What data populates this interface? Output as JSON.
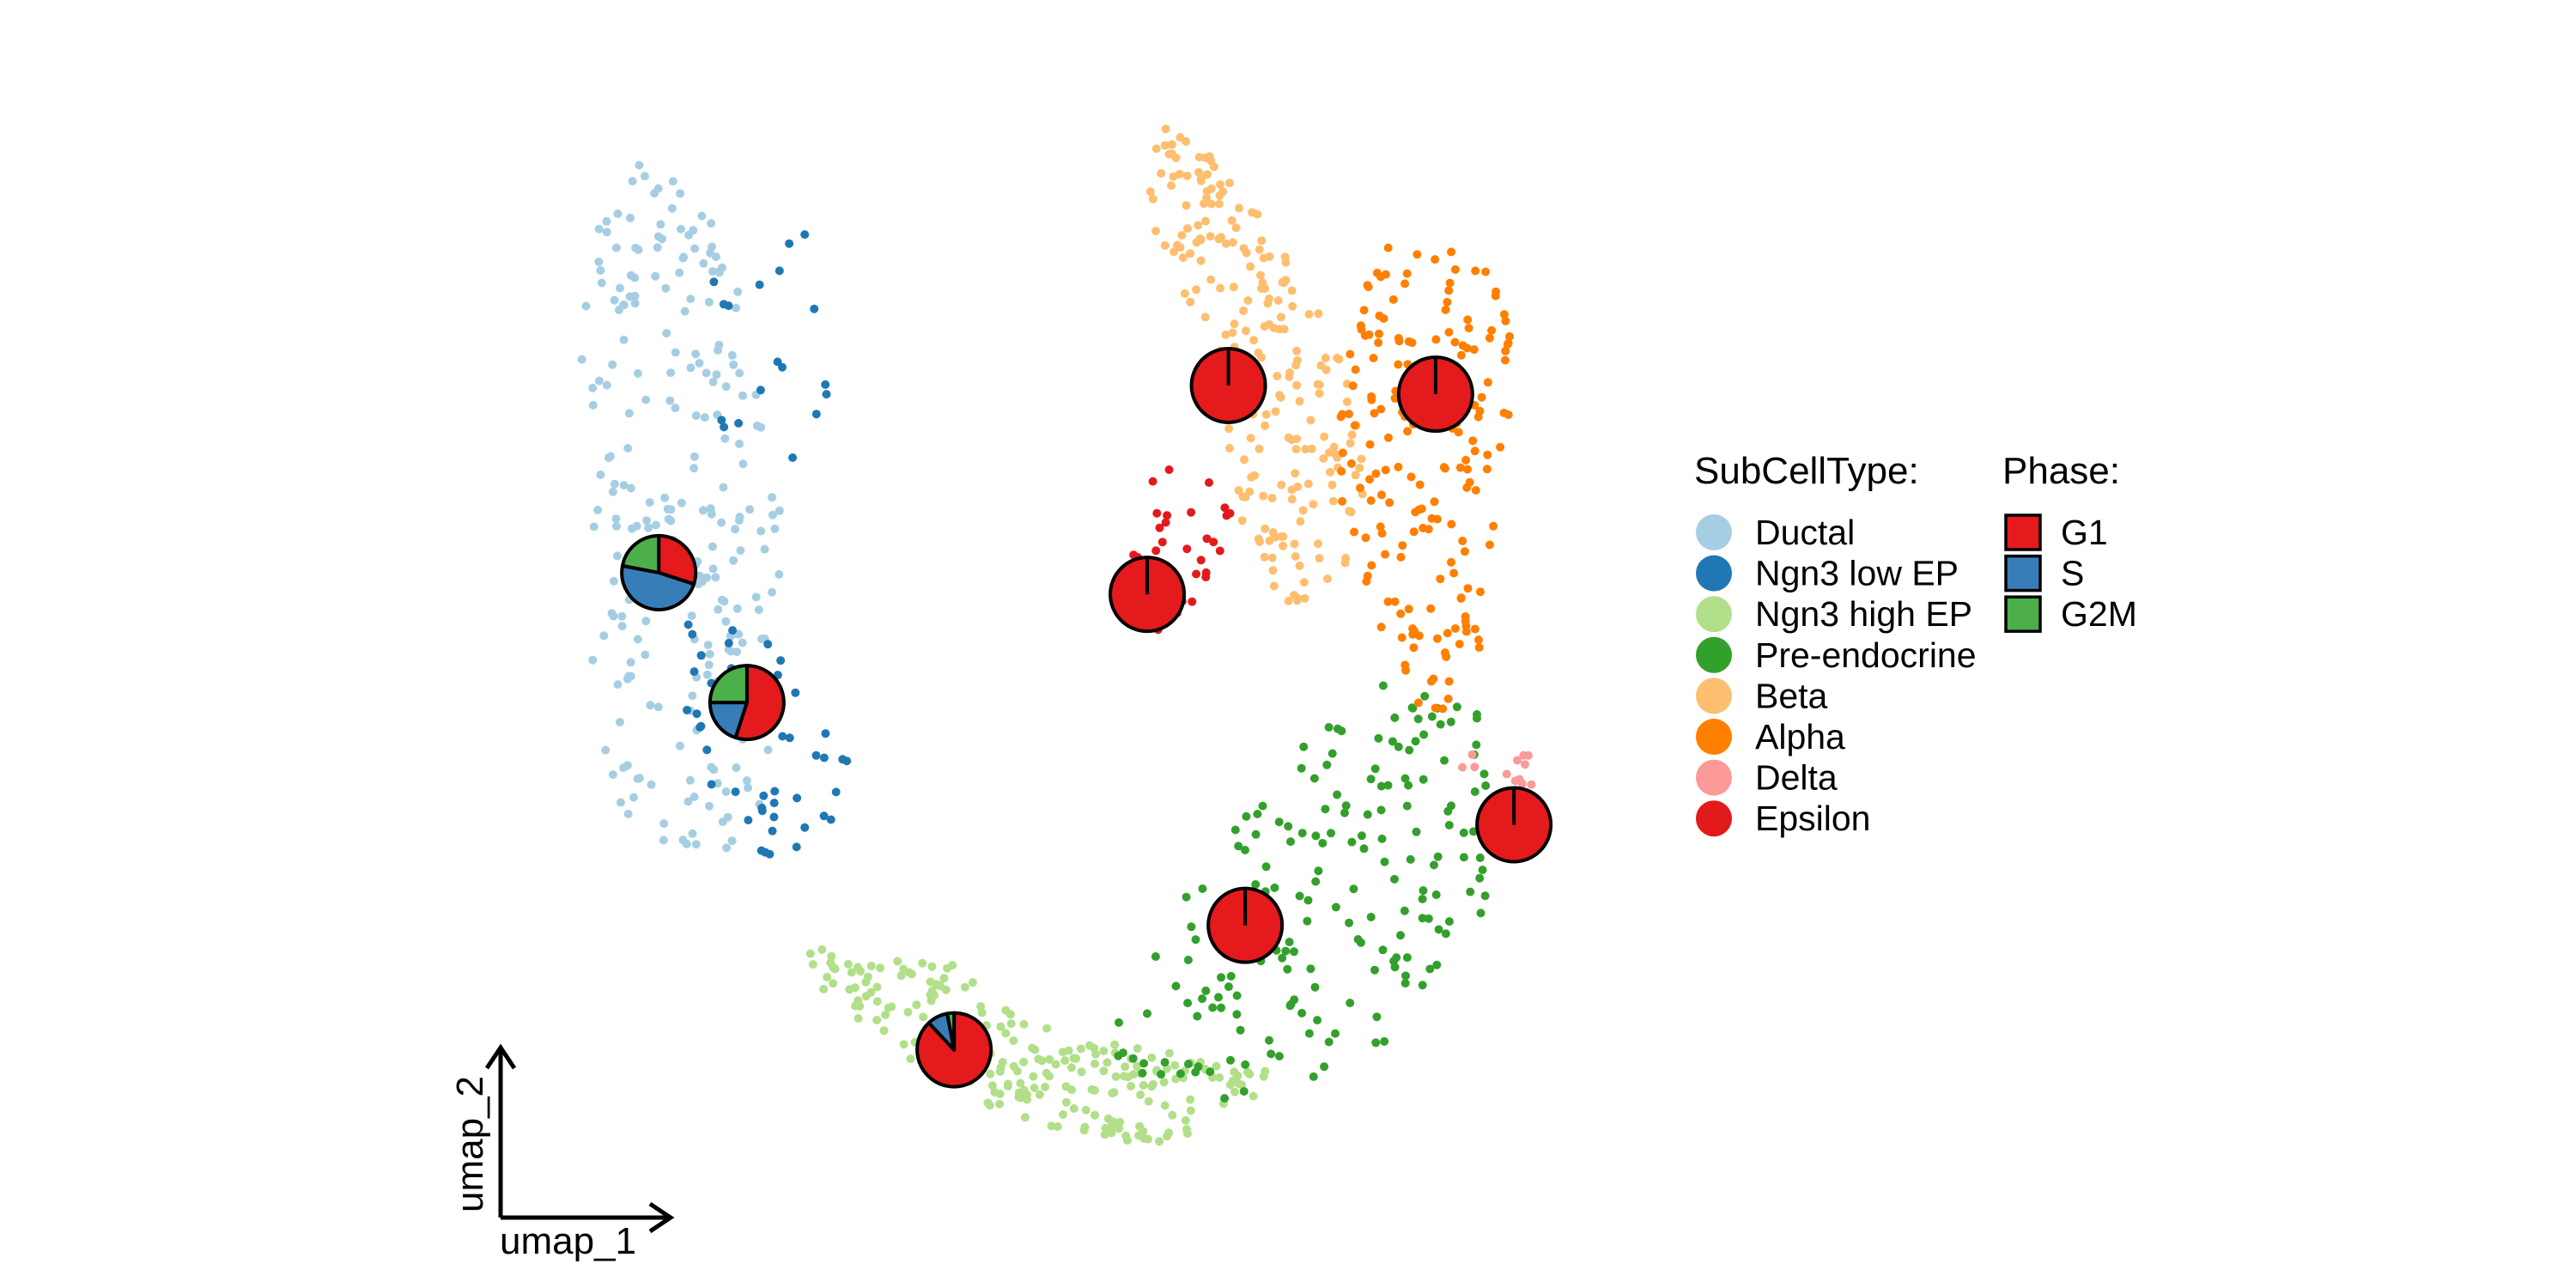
{
  "chart_data": {
    "type": "scatter",
    "xlabel": "umap_1",
    "ylabel": "umap_2",
    "xlim": [
      0,
      10
    ],
    "ylim": [
      0,
      10
    ],
    "grid": false,
    "legend_position": "right",
    "point_legend": {
      "title": "SubCellType:",
      "items": [
        {
          "name": "Ductal",
          "color": "#A6CEE3"
        },
        {
          "name": "Ngn3 low EP",
          "color": "#1F78B4"
        },
        {
          "name": "Ngn3 high EP",
          "color": "#B2DF8A"
        },
        {
          "name": "Pre-endocrine",
          "color": "#33A02C"
        },
        {
          "name": "Beta",
          "color": "#FDBF6F"
        },
        {
          "name": "Alpha",
          "color": "#FF7F00"
        },
        {
          "name": "Delta",
          "color": "#FB9A99"
        },
        {
          "name": "Epsilon",
          "color": "#E31A1C"
        }
      ]
    },
    "pie_legend": {
      "title": "Phase:",
      "items": [
        {
          "name": "G1",
          "color": "#E41A1C"
        },
        {
          "name": "S",
          "color": "#377EB8"
        },
        {
          "name": "G2M",
          "color": "#4DAF4A"
        }
      ]
    },
    "clusters": [
      {
        "name": "Ductal",
        "region": [
          [
            1.8,
            9.5
          ],
          [
            2.4,
            9.2
          ],
          [
            2.8,
            7.9
          ],
          [
            3.0,
            6.2
          ],
          [
            3.0,
            4.8
          ],
          [
            2.9,
            3.5
          ],
          [
            2.6,
            2.9
          ],
          [
            1.8,
            3.2
          ],
          [
            1.6,
            4.8
          ],
          [
            1.7,
            6.6
          ],
          [
            1.5,
            8.0
          ]
        ],
        "n": 260
      },
      {
        "name": "Ngn3 low EP",
        "region": [
          [
            2.3,
            5.3
          ],
          [
            2.9,
            5.0
          ],
          [
            3.5,
            3.8
          ],
          [
            3.3,
            3.0
          ],
          [
            2.9,
            2.9
          ],
          [
            2.5,
            3.2
          ],
          [
            2.3,
            4.2
          ]
        ],
        "n": 55
      },
      {
        "name": "Ngn3 low EP",
        "region": [
          [
            2.4,
            8.8
          ],
          [
            3.3,
            8.7
          ],
          [
            3.4,
            6.6
          ],
          [
            2.6,
            6.7
          ]
        ],
        "n": 18
      },
      {
        "name": "Ngn3 high EP",
        "region": [
          [
            3.1,
            2.2
          ],
          [
            4.2,
            2.0
          ],
          [
            5.0,
            1.3
          ],
          [
            6.0,
            1.1
          ],
          [
            6.5,
            1.0
          ],
          [
            6.4,
            0.7
          ],
          [
            5.8,
            0.3
          ],
          [
            4.8,
            0.4
          ],
          [
            4.0,
            1.0
          ],
          [
            3.3,
            1.7
          ]
        ],
        "n": 230
      },
      {
        "name": "Pre-endocrine",
        "region": [
          [
            5.2,
            1.1
          ],
          [
            5.7,
            2.3
          ],
          [
            6.6,
            3.9
          ],
          [
            7.3,
            4.6
          ],
          [
            8.0,
            4.3
          ],
          [
            8.1,
            3.0
          ],
          [
            8.0,
            2.3
          ],
          [
            7.3,
            1.2
          ],
          [
            6.5,
            0.6
          ],
          [
            5.7,
            0.7
          ]
        ],
        "n": 190
      },
      {
        "name": "Beta",
        "region": [
          [
            5.7,
            9.8
          ],
          [
            6.3,
            9.2
          ],
          [
            6.8,
            8.2
          ],
          [
            7.1,
            7.2
          ],
          [
            7.2,
            6.3
          ],
          [
            7.0,
            5.4
          ],
          [
            6.6,
            5.1
          ],
          [
            6.3,
            5.8
          ],
          [
            6.2,
            6.8
          ],
          [
            6.0,
            7.8
          ],
          [
            5.6,
            8.8
          ]
        ],
        "n": 220
      },
      {
        "name": "Alpha",
        "region": [
          [
            7.3,
            8.6
          ],
          [
            8.0,
            8.6
          ],
          [
            8.3,
            7.6
          ],
          [
            8.1,
            6.0
          ],
          [
            8.0,
            4.6
          ],
          [
            7.6,
            4.1
          ],
          [
            7.3,
            5.0
          ],
          [
            7.0,
            6.2
          ],
          [
            7.0,
            7.6
          ]
        ],
        "n": 190
      },
      {
        "name": "Epsilon",
        "region": [
          [
            5.7,
            6.6
          ],
          [
            6.3,
            6.4
          ],
          [
            6.1,
            5.5
          ],
          [
            5.8,
            5.0
          ],
          [
            5.5,
            5.0
          ],
          [
            5.5,
            6.0
          ]
        ],
        "n": 38
      },
      {
        "name": "Delta",
        "region": [
          [
            7.7,
            4.0
          ],
          [
            8.4,
            3.9
          ],
          [
            8.4,
            3.6
          ],
          [
            7.8,
            3.7
          ]
        ],
        "n": 12
      }
    ],
    "pies": [
      {
        "cluster": "Ductal",
        "x": 2.13,
        "y": 5.58,
        "G1": 0.3,
        "S": 0.48,
        "G2M": 0.22
      },
      {
        "cluster": "Ngn3 low EP",
        "x": 2.76,
        "y": 4.38,
        "G1": 0.55,
        "S": 0.2,
        "G2M": 0.25
      },
      {
        "cluster": "Ngn3 high EP",
        "x": 4.24,
        "y": 1.17,
        "G1": 0.88,
        "S": 0.09,
        "G2M": 0.03
      },
      {
        "cluster": "Pre-endocrine",
        "x": 6.32,
        "y": 2.32,
        "G1": 1.0,
        "S": 0.0,
        "G2M": 0.0
      },
      {
        "cluster": "Beta",
        "x": 6.2,
        "y": 7.31,
        "G1": 1.0,
        "S": 0.0,
        "G2M": 0.0
      },
      {
        "cluster": "Alpha",
        "x": 7.68,
        "y": 7.23,
        "G1": 1.0,
        "S": 0.0,
        "G2M": 0.0
      },
      {
        "cluster": "Epsilon",
        "x": 5.62,
        "y": 5.38,
        "G1": 1.0,
        "S": 0.0,
        "G2M": 0.0
      },
      {
        "cluster": "Delta",
        "x": 8.24,
        "y": 3.25,
        "G1": 1.0,
        "S": 0.0,
        "G2M": 0.0
      }
    ]
  }
}
